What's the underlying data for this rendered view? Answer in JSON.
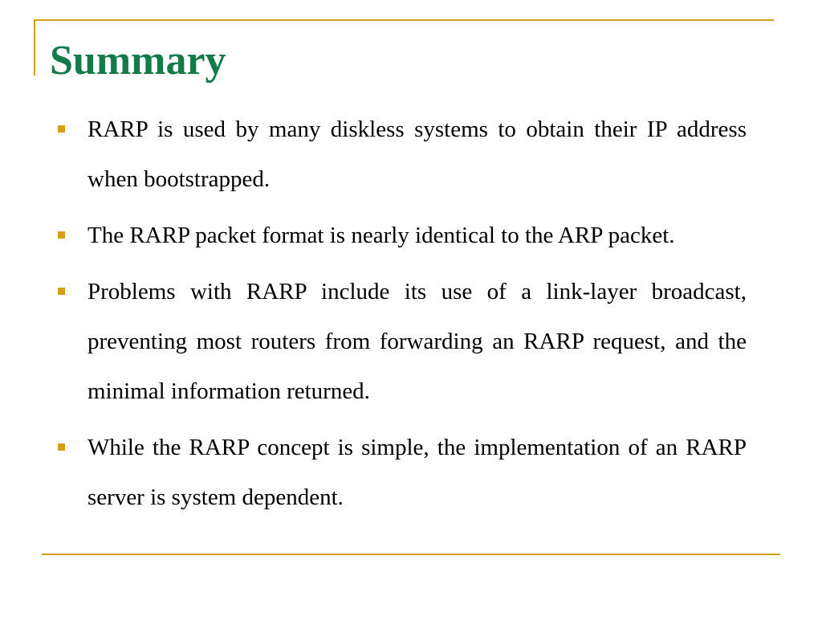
{
  "slide": {
    "title": "Summary",
    "bullets": [
      "RARP is used by many diskless systems to obtain their IP address when bootstrapped.",
      "The RARP packet format is nearly identical to the ARP packet.",
      "Problems with RARP include its use of a link-layer broadcast, preventing most routers from forwarding an RARP request, and the minimal information returned.",
      "While the RARP concept is simple, the implementation of an RARP server is system dependent."
    ]
  },
  "colors": {
    "title": "#157a4a",
    "accent": "#d4a01c",
    "text": "#000000",
    "background": "#ffffff"
  },
  "icons": {
    "bullet": "square-bullet-icon"
  }
}
